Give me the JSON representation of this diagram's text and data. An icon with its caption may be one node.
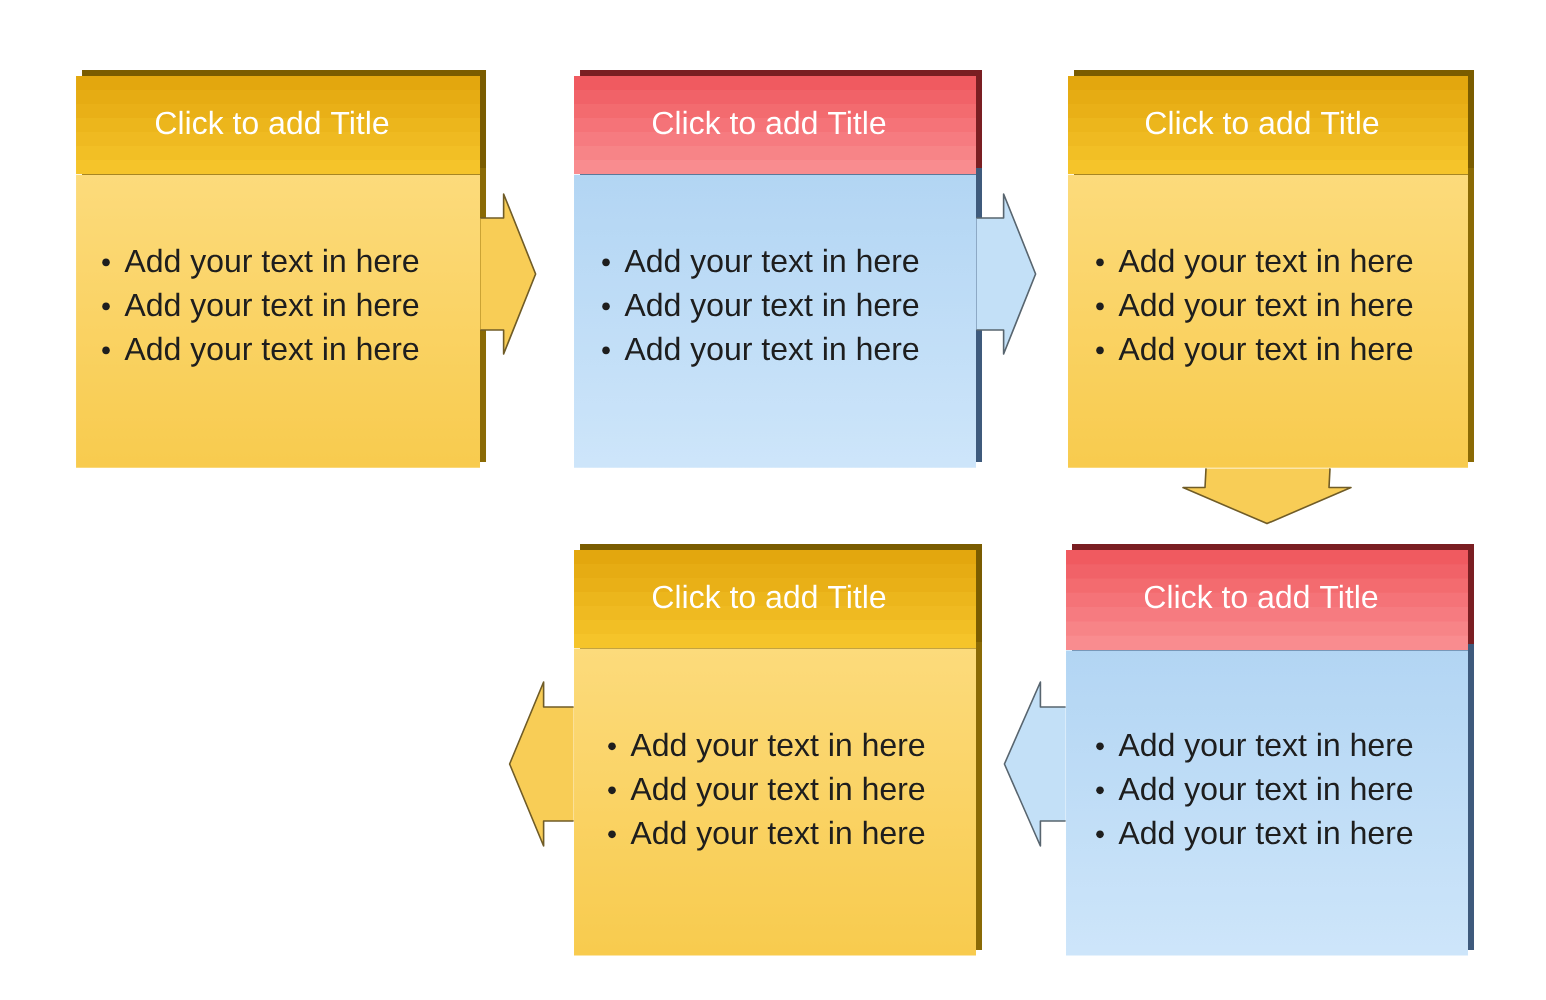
{
  "diagram": {
    "nodes": [
      {
        "text": [
          "Click to add Title",
          "Add your text in here",
          "Add your text in here",
          "Add your text in here"
        ]
      },
      {
        "text": [
          "Click to add Title",
          "Add your text in here",
          "Add your text in here",
          "Add your text in here"
        ]
      },
      {
        "text": [
          "Click to add Title",
          "Add your text in here",
          "Add your text in here",
          "Add your text in here"
        ]
      },
      {
        "text": [
          "Click to add Title",
          "Add your text in here",
          "Add your text in here",
          "Add your text in here"
        ]
      },
      {
        "text": [
          "Click to add Title",
          "Add your text in here",
          "Add your text in here",
          "Add your text in here"
        ]
      }
    ],
    "edges": [
      {
        "from": 0,
        "to": 1,
        "arrow": "to"
      },
      {
        "from": 1,
        "to": 2,
        "arrow": "to",
        "color": "#c3e0f7"
      },
      {
        "from": 2,
        "to": 4,
        "arrow": "to"
      },
      {
        "from": 4,
        "to": 3,
        "arrow": "to",
        "color": "#c3e0f7"
      },
      {
        "from": 3,
        "to": null,
        "arrow": "to"
      }
    ]
  }
}
